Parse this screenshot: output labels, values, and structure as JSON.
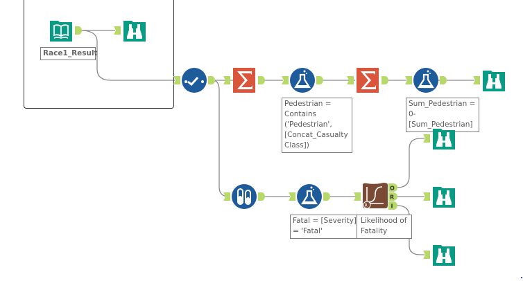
{
  "app": "Alteryx Designer workflow canvas",
  "colors": {
    "io_teal": "#0a9b85",
    "prep_blue": "#1d5b9a",
    "summarize_orange": "#d9553b",
    "predictive_brown": "#7a4a34",
    "anchor_green": "#b6d96a",
    "wire_gray": "#8a8a8a"
  },
  "tools": [
    {
      "id": "input",
      "type": "input-data",
      "icon": "book-icon",
      "label": "Race1_Result"
    },
    {
      "id": "browse1",
      "type": "browse",
      "icon": "binoculars-icon"
    },
    {
      "id": "select",
      "type": "select",
      "icon": "checkmark-icon"
    },
    {
      "id": "summ1",
      "type": "summarize",
      "icon": "sigma-icon"
    },
    {
      "id": "formula1",
      "type": "formula",
      "icon": "flask-icon",
      "annotation": "Pedestrian =\nContains\n('Pedestrian',\n[Concat_Casualty\nClass])"
    },
    {
      "id": "summ2",
      "type": "summarize",
      "icon": "sigma-icon"
    },
    {
      "id": "formula2",
      "type": "formula",
      "icon": "flask-icon",
      "annotation": "Sum_Pedestrian =\n0-\n[Sum_Pedestrian]"
    },
    {
      "id": "browse2",
      "type": "browse",
      "icon": "binoculars-icon"
    },
    {
      "id": "sample",
      "type": "sample",
      "icon": "test-tubes-icon"
    },
    {
      "id": "formula3",
      "type": "formula",
      "icon": "flask-icon",
      "annotation": "Fatal = [Severity]\n= 'Fatal'"
    },
    {
      "id": "logistic",
      "type": "logistic-regression",
      "icon": "s-curve-icon",
      "annotation": "Likelihood of\nFatality",
      "anchors": [
        "O",
        "R",
        "I"
      ]
    },
    {
      "id": "browse3",
      "type": "browse",
      "icon": "binoculars-icon"
    },
    {
      "id": "browse4",
      "type": "browse",
      "icon": "binoculars-icon"
    },
    {
      "id": "browse5",
      "type": "browse",
      "icon": "binoculars-icon"
    }
  ]
}
